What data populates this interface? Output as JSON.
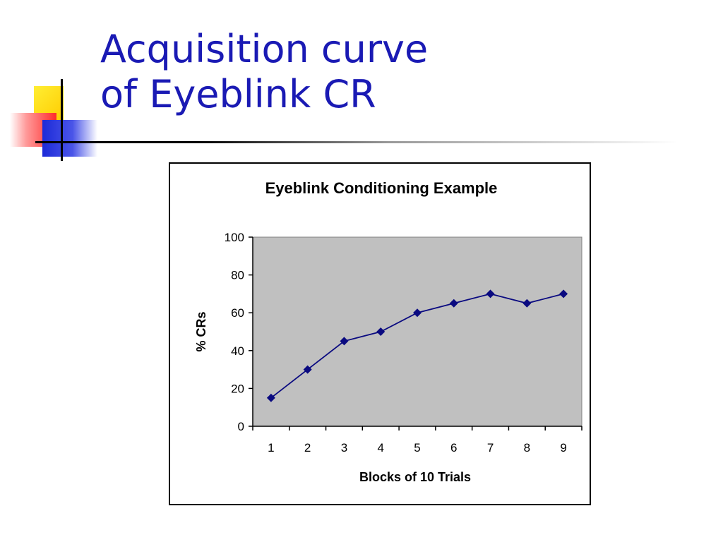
{
  "slide": {
    "title_line1": "Acquisition curve",
    "title_line2": "of Eyeblink CR"
  },
  "colors": {
    "title": "#1a1ab4",
    "series": "#0a0a80",
    "plot_area": "#c0c0c0"
  },
  "chart_data": {
    "type": "line",
    "title": "Eyeblink Conditioning Example",
    "xlabel": "Blocks of 10 Trials",
    "ylabel": "% CRs",
    "categories": [
      "1",
      "2",
      "3",
      "4",
      "5",
      "6",
      "7",
      "8",
      "9"
    ],
    "ylim": [
      0,
      100
    ],
    "yticks": [
      "0",
      "20",
      "40",
      "60",
      "80",
      "100"
    ],
    "grid": false,
    "legend": "none",
    "series": [
      {
        "values": [
          15,
          30,
          45,
          50,
          60,
          65,
          70,
          65,
          70
        ]
      }
    ]
  }
}
